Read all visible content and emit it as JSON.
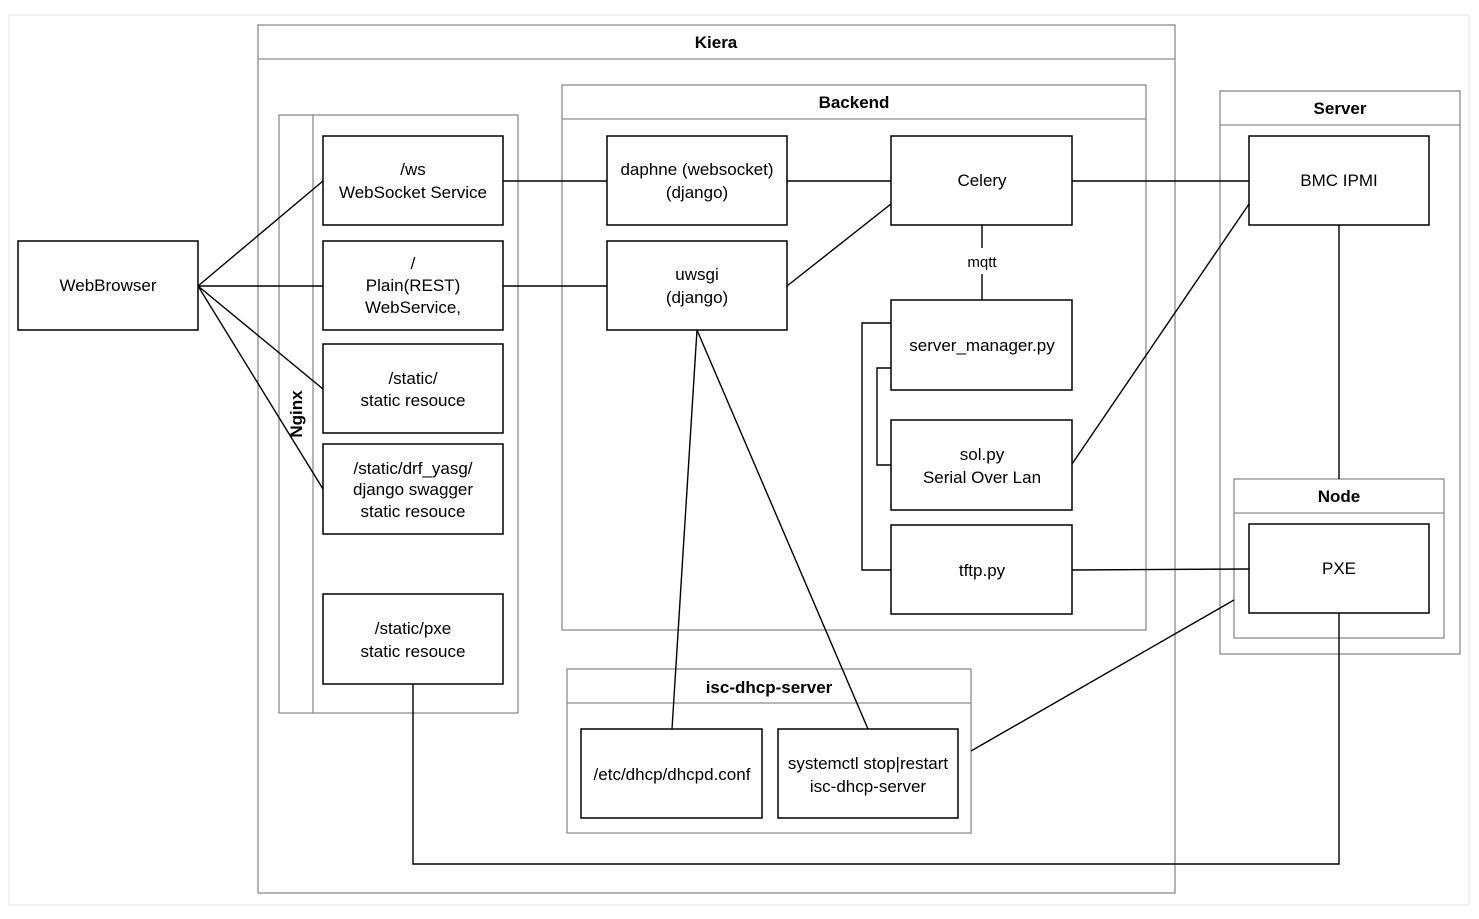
{
  "containers": {
    "kiera": "Kiera",
    "backend": "Backend",
    "nginx": "Nginx",
    "server": "Server",
    "node": "Node",
    "dhcp": "isc-dhcp-server"
  },
  "nodes": {
    "webbrowser": [
      "WebBrowser"
    ],
    "ws": [
      "/ws",
      "WebSocket Service"
    ],
    "rest": [
      "/",
      "Plain(REST)",
      "WebService,"
    ],
    "static": [
      "/static/",
      "static resouce"
    ],
    "swagger": [
      "/static/drf_yasg/",
      "django swagger",
      "static resouce"
    ],
    "pxe_static": [
      "/static/pxe",
      "static resouce"
    ],
    "daphne": [
      "daphne (websocket)",
      "(django)"
    ],
    "uwsgi": [
      "uwsgi",
      "(django)"
    ],
    "celery": [
      "Celery"
    ],
    "server_manager": [
      "server_manager.py"
    ],
    "sol": [
      "sol.py",
      "Serial Over Lan"
    ],
    "tftp": [
      "tftp.py"
    ],
    "dhcpd_conf": [
      "/etc/dhcp/dhcpd.conf"
    ],
    "systemctl": [
      "systemctl stop|restart",
      "isc-dhcp-server"
    ],
    "bmc": [
      "BMC IPMI"
    ],
    "pxe": [
      "PXE"
    ]
  },
  "edge_labels": {
    "mqtt": "mqtt"
  }
}
